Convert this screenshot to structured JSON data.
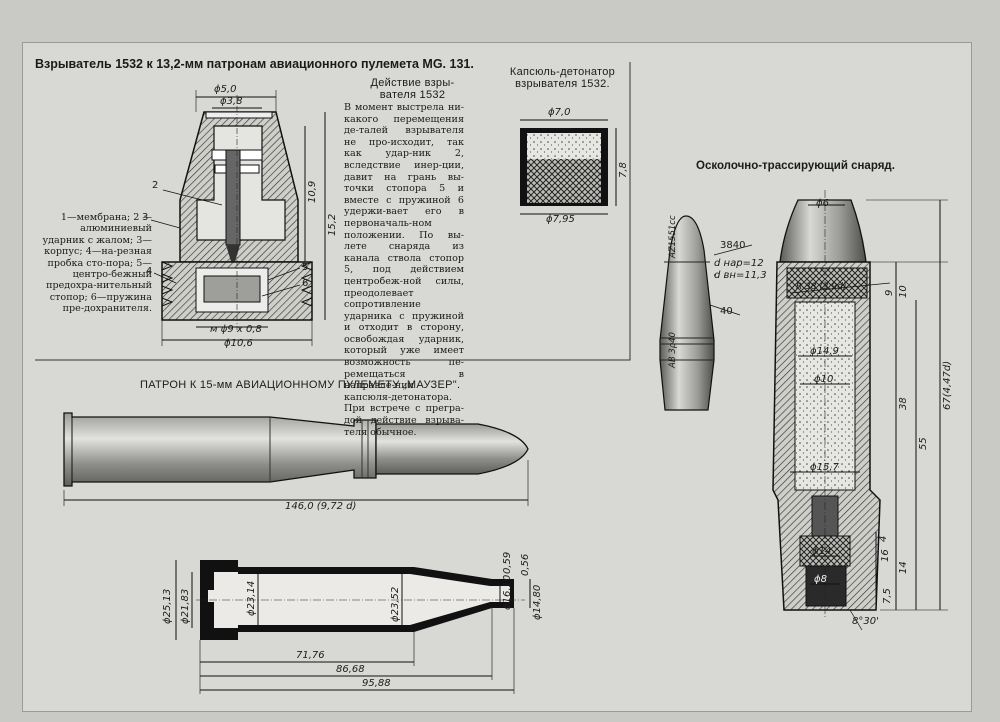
{
  "fuze_title": "Взрыватель 1532 к 13,2-мм патронам авиационного пулемета MG. 131.",
  "action_heading": "Действие взры-\nвателя 1532",
  "action_text": "В момент выстрела ни-какого перемещения де-талей взрывателя не про-исходит, так как удар-ник 2, вследствие инер-ции, давит на грань вы-точки стопора 5 и вместе с пружиной 6 удержи-вает его в первоначаль-ном положении. По вы-лете снаряда из канала ствола стопор 5, под действием центробеж-ной силы, преодолевает сопротивление ударника с пружиной и отходит в сторону, освобождая ударник, который уже имеет возможность пе-ремещаться в направле-нии капсюля-детонатора. При встрече с прегра-дой действие взрыва-теля обычное.",
  "legend_text": "1—мембрана; 2 — алюминиевый ударник с жалом; 3—корпус; 4—на-резная пробка сто-пора; 5—центро-бежный предохра-нительный стопор; 6—пружина пре-дохранителя.",
  "detonator_title": "Капсюль-детонатор\nвзрывателя 1532.",
  "tracer_title": "Осколочно-трассирующий снаряд.",
  "cartridge_title": "ПАТРОН К 15-мм АВИАЦИОННОМУ ПУЛЕМЕТУ „МАУЗЕР\".",
  "fuze_dims": {
    "d50": "ϕ5,0",
    "d38": "ϕ3,8",
    "h109": "10,9",
    "h152": "15,2",
    "thread": "м ϕ9 х 0,8",
    "d106": "ϕ10,6"
  },
  "part_numbers": [
    "1",
    "2",
    "3",
    "4",
    "5",
    "6"
  ],
  "detonator_dims": {
    "d70": "ϕ7,0",
    "h78": "7,8",
    "d795": "ϕ7,95"
  },
  "shell_small": {
    "mark_top": "AZ1551cc",
    "mark_bottom": "AB 3ρ40",
    "n3840": "3840",
    "dnap": "d нар=12",
    "dvn": "d вн=11,3",
    "n40": "40"
  },
  "tracer_dims": {
    "d6": "ϕ6",
    "r38": "R 38 (3,9d)",
    "n9": "9",
    "n10": "10",
    "d149": "ϕ14,9",
    "d10": "ϕ10",
    "d157": "ϕ15,7",
    "d14": "ϕ14",
    "d8": "ϕ8",
    "n4": "4",
    "n16": "16",
    "n14": "14",
    "n75": "7,5",
    "n38": "38",
    "n55": "55",
    "n67": "67(4,47d)",
    "angle": "8°30'"
  },
  "cartridge_len": "146,0 (9,72 d)",
  "case_dims": {
    "d2513": "ϕ25,13",
    "d2183": "ϕ21,83",
    "d2314": "ϕ23,14",
    "d2352": "ϕ23,52",
    "d1610": "ϕ16,10",
    "d1480": "ϕ14,80",
    "n059": "0,59",
    "n056": "0,56",
    "l7176": "71,76",
    "l8668": "86,68",
    "l9588": "95,88"
  }
}
